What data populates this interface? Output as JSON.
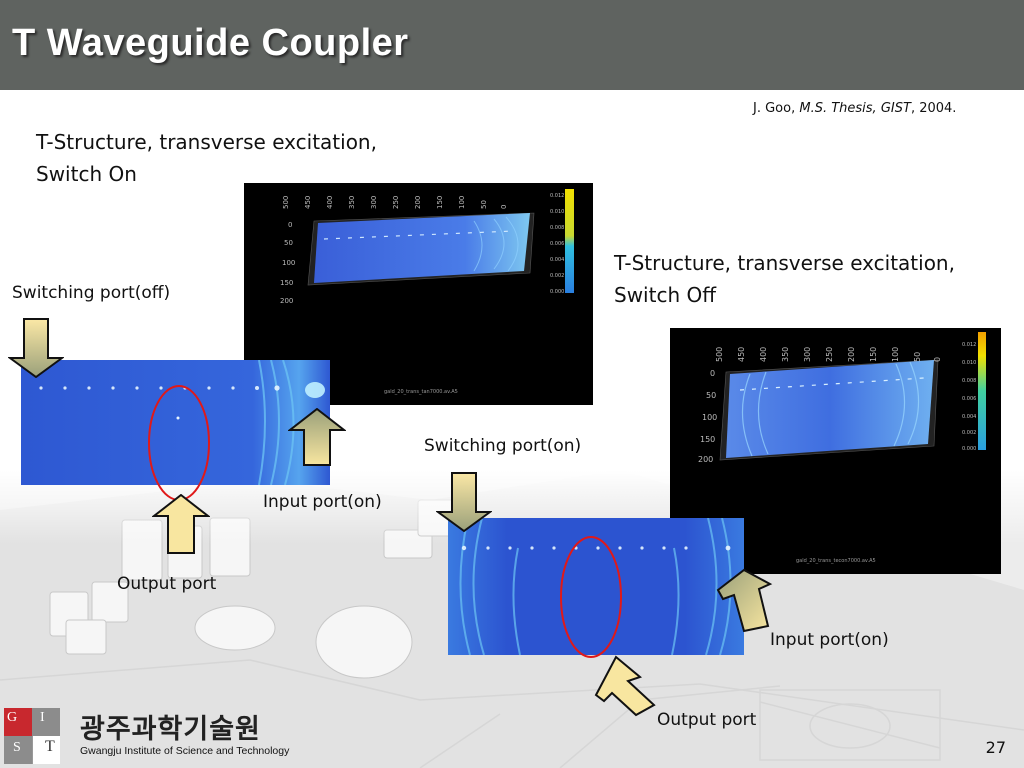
{
  "slide": {
    "title": "T Waveguide Coupler",
    "citation": {
      "author": "J. Goo, ",
      "work": "M.S. Thesis, GIST",
      "year": ", 2004."
    },
    "slide_number": "27"
  },
  "switch_on": {
    "heading_line1": "T-Structure, transverse excitation,",
    "heading_line2": "Switch On",
    "switching_port_label": "Switching port(off)",
    "input_port_label": "Input port(on)",
    "output_port_label": "Output port"
  },
  "switch_off": {
    "heading_line1": "T-Structure, transverse excitation,",
    "heading_line2": "Switch Off",
    "switching_port_label": "Switching port(on)",
    "input_port_label": "Input port(on)",
    "output_port_label": "Output port"
  },
  "sim_on": {
    "x_ticks": [
      "500",
      "450",
      "400",
      "350",
      "300",
      "250",
      "200",
      "150",
      "100",
      "50",
      "0"
    ],
    "y_ticks": [
      "0",
      "50",
      "100",
      "150",
      "200"
    ],
    "scale_ticks": [
      "0.012",
      "0.010",
      "0.008",
      "0.006",
      "0.004",
      "0.002",
      "0.000"
    ],
    "caption": "gald_20_trans_tan7000.av.A5"
  },
  "sim_off": {
    "x_ticks": [
      "500",
      "450",
      "400",
      "350",
      "300",
      "250",
      "200",
      "150",
      "100",
      "50",
      "0"
    ],
    "y_ticks": [
      "0",
      "50",
      "100",
      "150",
      "200"
    ],
    "scale_ticks": [
      "0.012",
      "0.010",
      "0.008",
      "0.006",
      "0.004",
      "0.002",
      "0.000"
    ],
    "caption": "gald_20_trans_tecon7000.av.A5"
  },
  "logo": {
    "korean_name": "광주과학기술원",
    "english_name": "Gwangju Institute of Science and Technology",
    "mark_letters": [
      "G",
      "I",
      "S",
      "T"
    ]
  },
  "colors": {
    "title_bar": "#5f6360",
    "field_background": "#2f5bd6",
    "highlight_ring": "#e01919",
    "arrow_fill": "#f8e6a0",
    "arrow_input": "#9aa07a",
    "arrow_stroke": "#111111"
  }
}
